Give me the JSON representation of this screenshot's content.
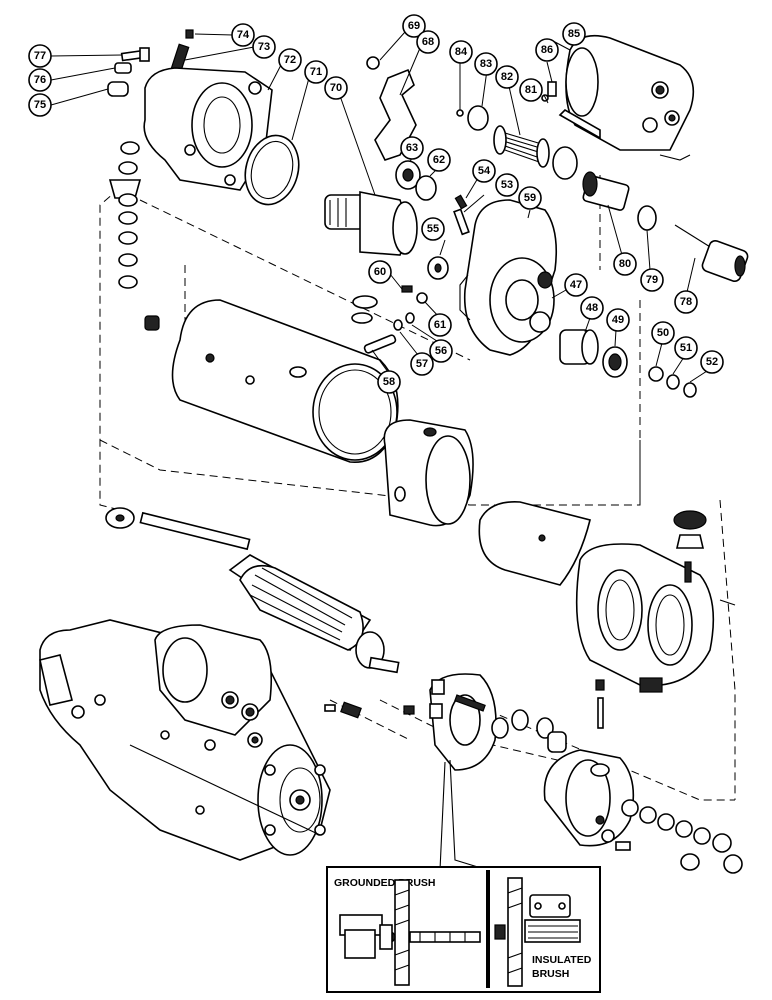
{
  "callouts": [
    "77",
    "76",
    "75",
    "74",
    "73",
    "72",
    "71",
    "70",
    "69",
    "68",
    "84",
    "83",
    "82",
    "81",
    "86",
    "85",
    "63",
    "62",
    "54",
    "53",
    "59",
    "55",
    "60",
    "61",
    "56",
    "57",
    "58",
    "48",
    "49",
    "50",
    "51",
    "52",
    "47",
    "80",
    "79",
    "78"
  ],
  "inset": {
    "grounded_label": "GROUNDED BRUSH",
    "insulated_label_line1": "INSULATED",
    "insulated_label_line2": "BRUSH"
  }
}
